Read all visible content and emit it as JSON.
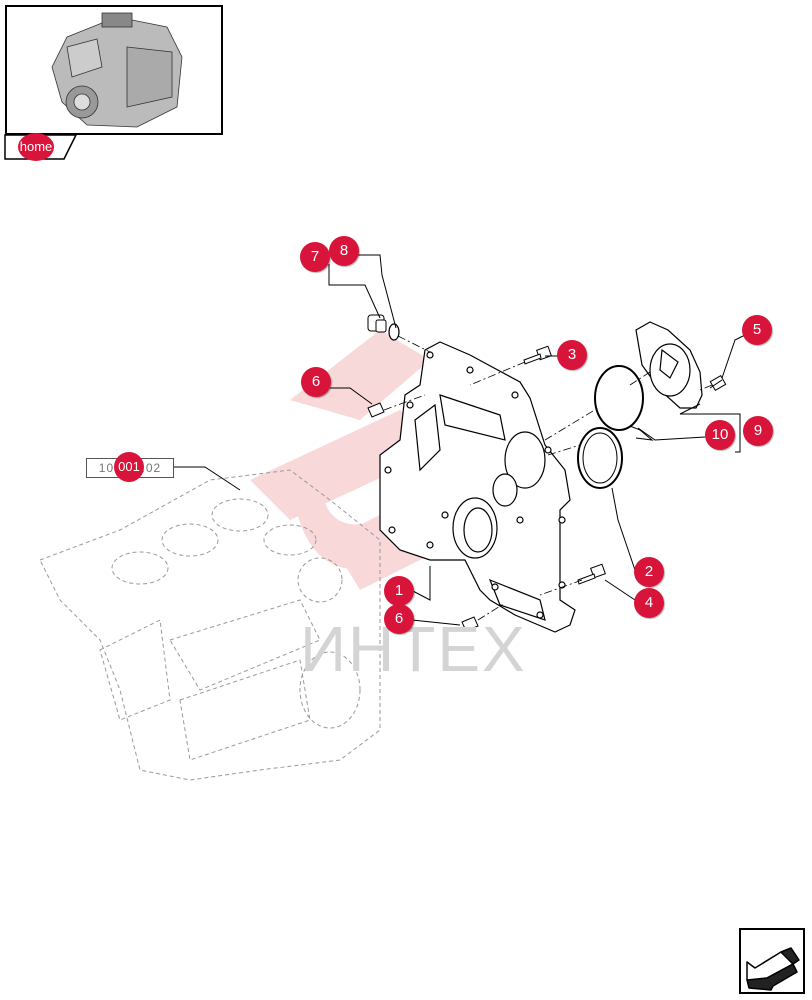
{
  "thumbnail": {
    "home_label": "home"
  },
  "reference": {
    "code": "10.001.02",
    "badge": "001"
  },
  "watermark": "ИНТЕХ",
  "callouts": [
    {
      "id": "c1",
      "label": "1"
    },
    {
      "id": "c2",
      "label": "2"
    },
    {
      "id": "c3",
      "label": "3"
    },
    {
      "id": "c4",
      "label": "4"
    },
    {
      "id": "c5",
      "label": "5"
    },
    {
      "id": "c6a",
      "label": "6"
    },
    {
      "id": "c6b",
      "label": "6"
    },
    {
      "id": "c7",
      "label": "7"
    },
    {
      "id": "c8",
      "label": "8"
    },
    {
      "id": "c9",
      "label": "9"
    },
    {
      "id": "c10",
      "label": "10"
    }
  ],
  "colors": {
    "hotspot": "#d8143a",
    "line": "#000000",
    "watermark_logo": "#f3c4c4"
  },
  "nav": {
    "icon": "arrow-back-icon"
  }
}
